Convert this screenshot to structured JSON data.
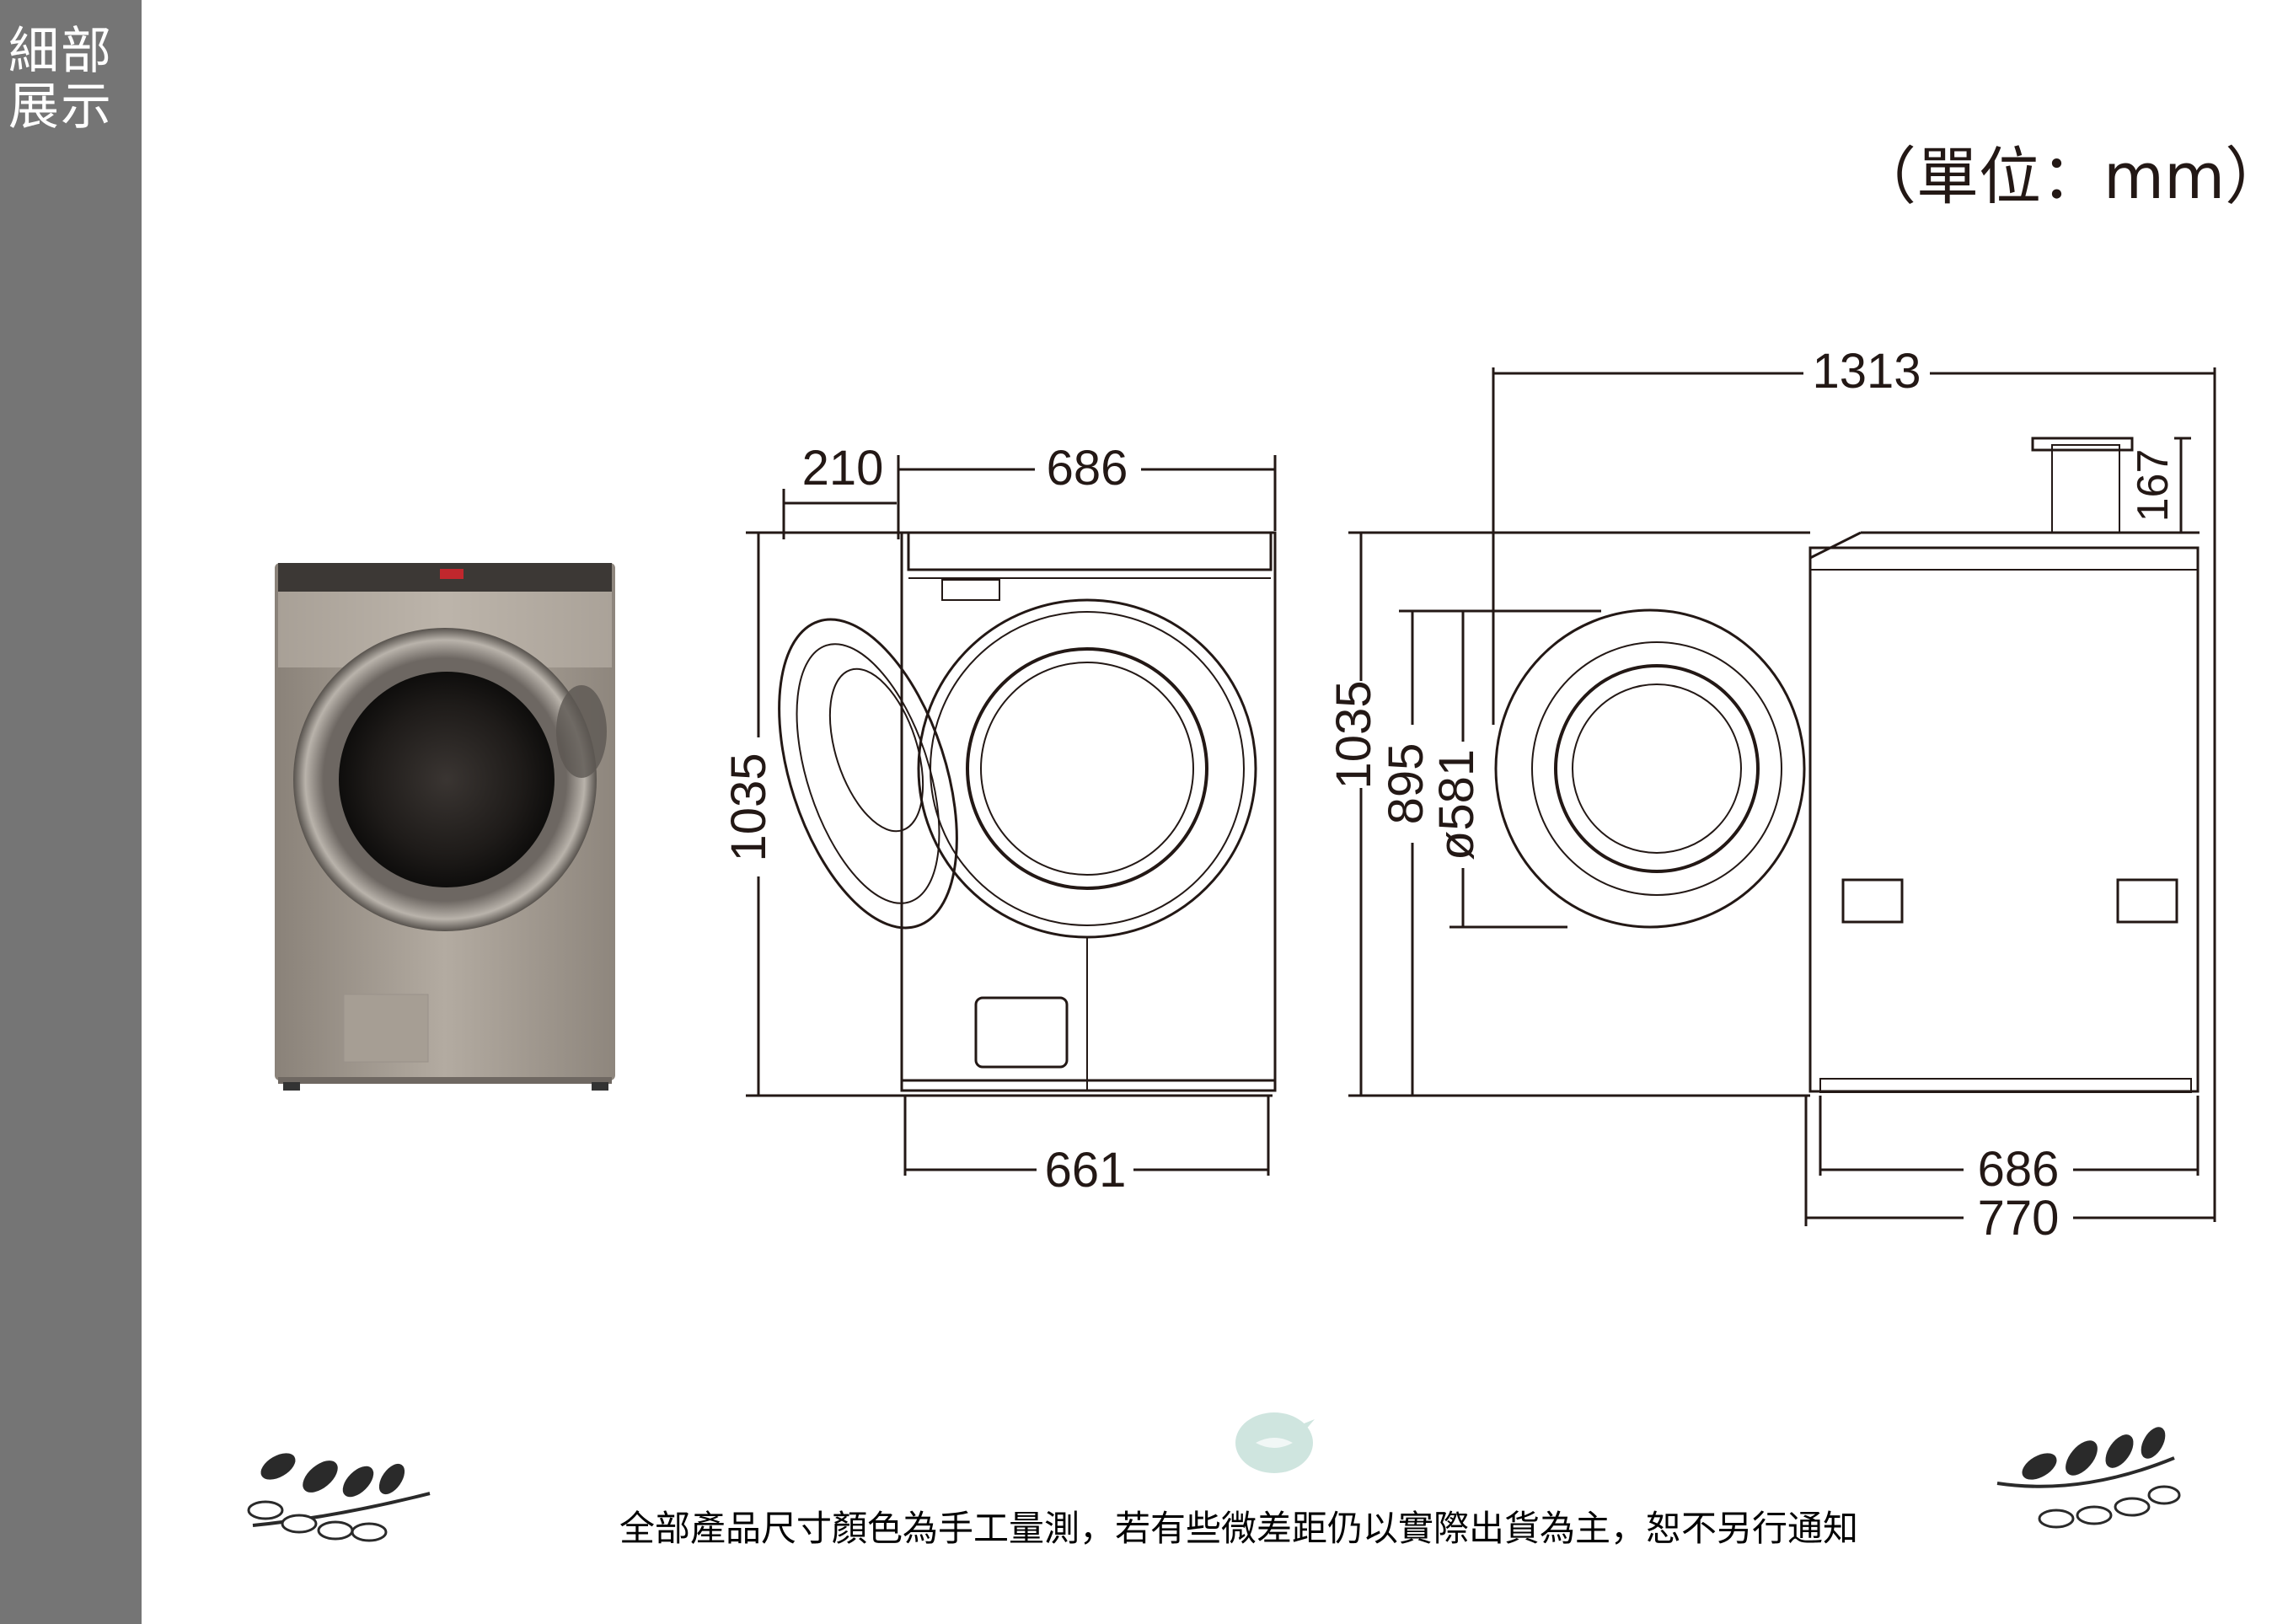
{
  "sidebar": {
    "title": "細部\n展示"
  },
  "unit_label": "（單位：mm）",
  "dimensions": {
    "door_swing": "210",
    "front_width_top": "686",
    "front_height": "1035",
    "base_width": "661",
    "total_depth_door_open": "1313",
    "lint_filter_height": "167",
    "side_height": "1035",
    "door_center_height": "895",
    "door_diameter": "ø581",
    "body_depth": "686",
    "total_depth": "770"
  },
  "disclaimer": "全部產品尺寸顏色為手工量測，若有些微差距仍以實際出貨為主，恕不另行通知",
  "colors": {
    "sidebar": "#757575",
    "line": "#231815",
    "leaf": "#2a2a2a",
    "bird": "#cfe5df"
  }
}
